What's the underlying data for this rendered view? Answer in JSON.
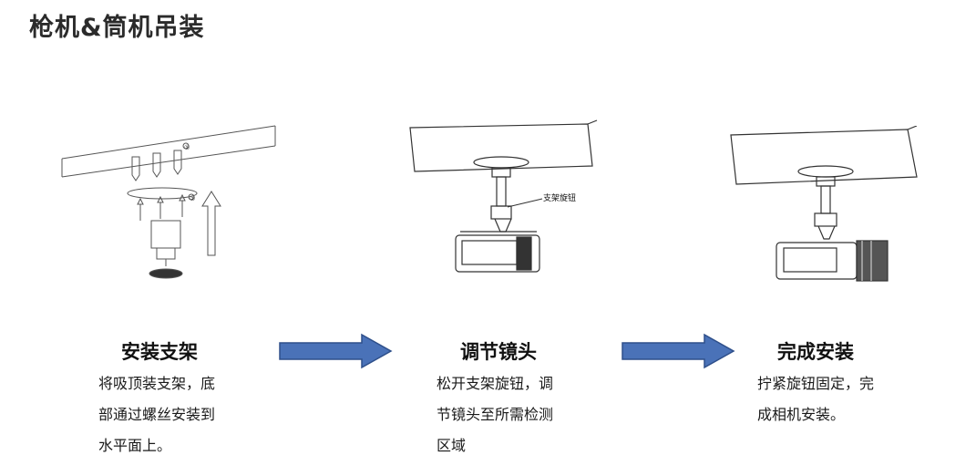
{
  "title": "枪机&筒机吊装",
  "steps": [
    {
      "title": "安装支架",
      "desc": [
        "将吸顶装支架，底",
        "部通过螺丝安装到",
        "水平面上。"
      ],
      "labels": [
        "①",
        "②"
      ]
    },
    {
      "title": "调节镜头",
      "desc": [
        "松开支架旋钮，调",
        "节镜头至所需检测",
        "区域"
      ],
      "callout": "支架旋钮"
    },
    {
      "title": "完成安装",
      "desc": [
        "拧紧旋钮固定，完",
        "成相机安装。"
      ]
    }
  ],
  "colors": {
    "arrow_fill": "#4a72b8",
    "arrow_stroke": "#2e4f8a"
  }
}
